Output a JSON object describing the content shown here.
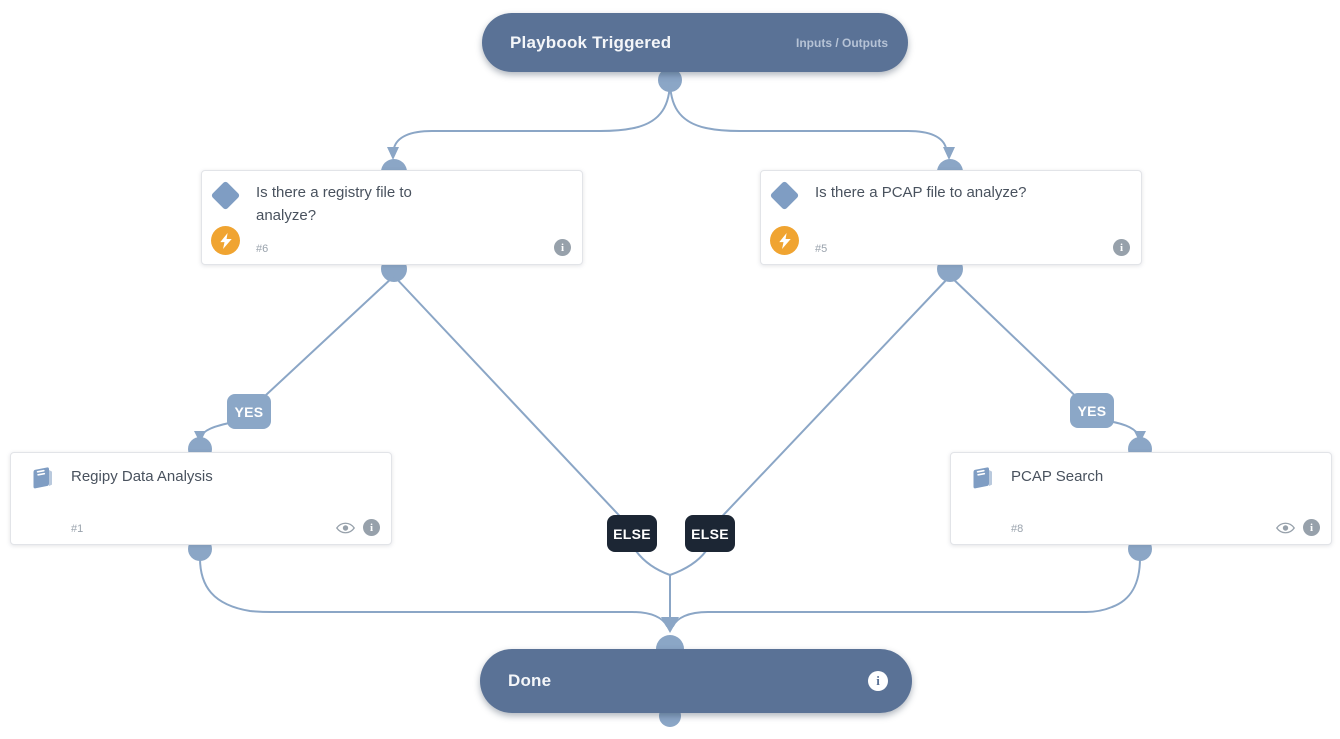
{
  "trigger": {
    "title": "Playbook Triggered",
    "io_label": "Inputs / Outputs"
  },
  "conditions": {
    "registry": {
      "title": "Is there a registry file to analyze?",
      "task_id": "#6"
    },
    "pcap": {
      "title": "Is there a PCAP file to analyze?",
      "task_id": "#5"
    }
  },
  "tasks": {
    "regipy": {
      "title": "Regipy Data Analysis",
      "task_id": "#1"
    },
    "pcap_search": {
      "title": "PCAP Search",
      "task_id": "#8"
    }
  },
  "done": {
    "title": "Done"
  },
  "edge_labels": {
    "yes": "YES",
    "else": "ELSE"
  },
  "glyphs": {
    "info": "i"
  },
  "colors": {
    "node_blue": "#5a7296",
    "connector_blue": "#8ba6c6",
    "yes_badge_bg": "#8ba7c7",
    "else_badge_bg": "#1c2634",
    "condition_icon_blue": "#7f9dc3",
    "automation_orange": "#f0a431",
    "icon_gray": "#97a1ab"
  }
}
